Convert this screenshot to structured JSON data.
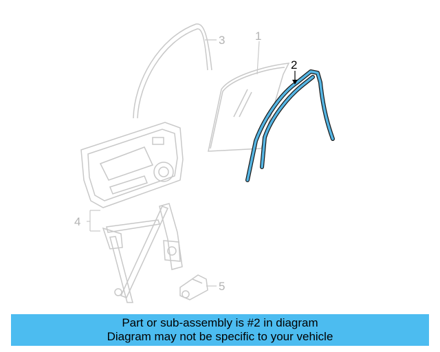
{
  "callouts": {
    "part_1": "1",
    "part_2": "2",
    "part_3": "3",
    "part_4": "4",
    "part_5": "5"
  },
  "banner": {
    "line1": "Part or sub-assembly is #2 in diagram",
    "line2": "Diagram may not be specific to your vehicle"
  },
  "colors": {
    "highlight_part": "#55b5e3",
    "faint_parts": "#c8c8c8",
    "banner_bg": "#4cbcf0"
  }
}
